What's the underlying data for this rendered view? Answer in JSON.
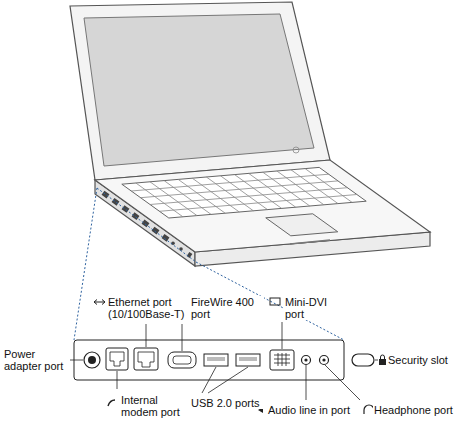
{
  "diagram": {
    "labels": [
      "Power adapter port",
      "Internal modem port",
      "Ethernet port (10/100Base-T)",
      "FireWire 400 port",
      "USB 2.0 ports",
      "Mini-DVI port",
      "Audio line in port",
      "Headphone port",
      "Security slot"
    ]
  }
}
